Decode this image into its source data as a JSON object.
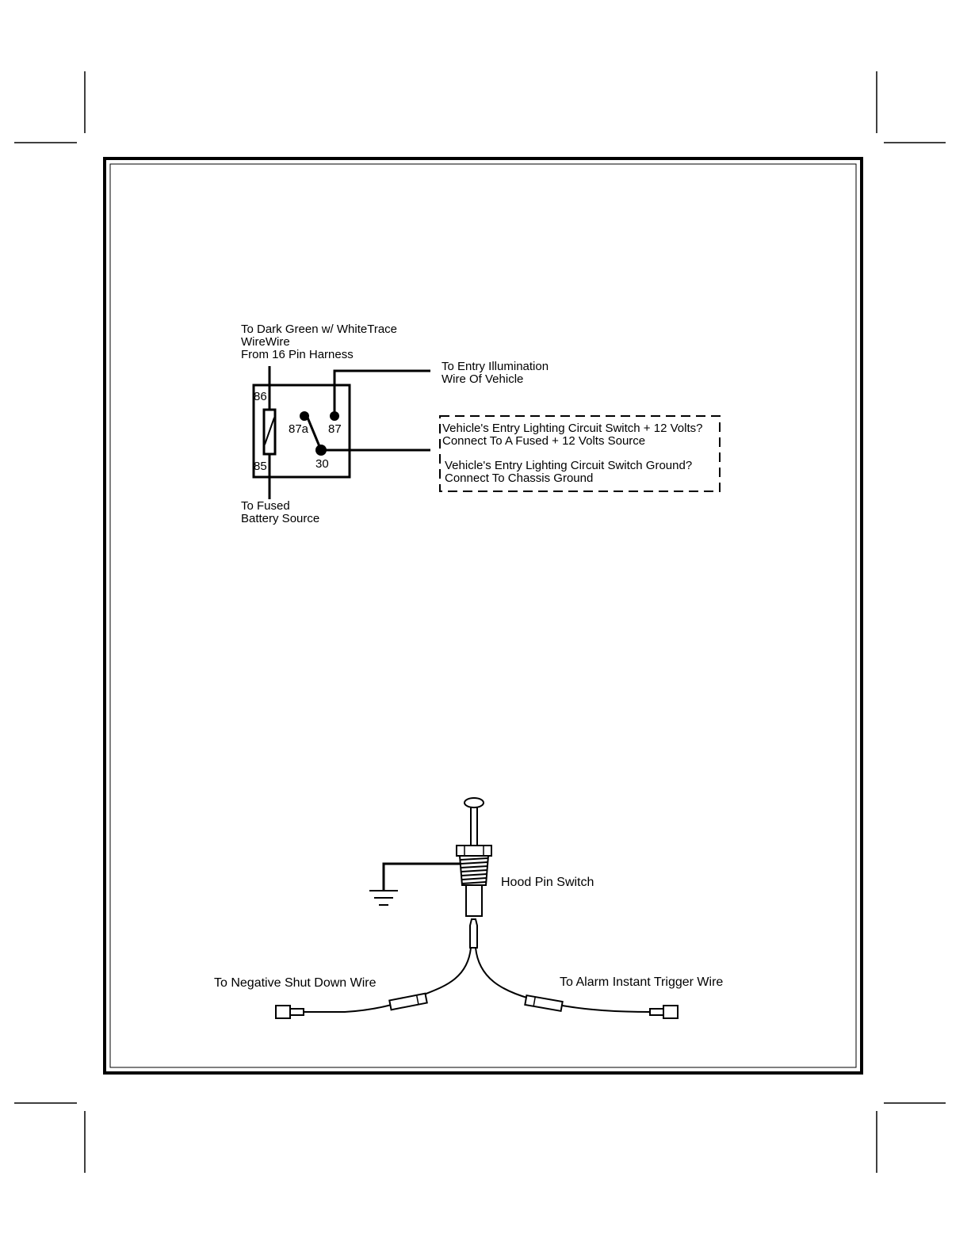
{
  "relay_diagram": {
    "coil_top_label_lines": [
      "To Dark Green w/ WhiteTrace",
      "WireWire",
      "From 16 Pin Harness"
    ],
    "coil_bottom_label_lines": [
      "To Fused",
      "Battery Source"
    ],
    "output_label_lines": [
      "To Entry Illumination",
      "Wire Of Vehicle"
    ],
    "pins": {
      "p86": "86",
      "p85": "85",
      "p87a": "87a",
      "p87": "87",
      "p30": "30"
    },
    "note_box_lines": [
      "Vehicle's Entry Lighting Circuit Switch + 12 Volts?",
      "Connect To A Fused + 12 Volts Source",
      "Vehicle's Entry Lighting Circuit Switch Ground?",
      "Connect To Chassis Ground"
    ]
  },
  "hood_pin_diagram": {
    "switch_label": "Hood Pin Switch",
    "left_wire_label": "To Negative Shut Down Wire",
    "right_wire_label": "To Alarm Instant Trigger Wire"
  }
}
